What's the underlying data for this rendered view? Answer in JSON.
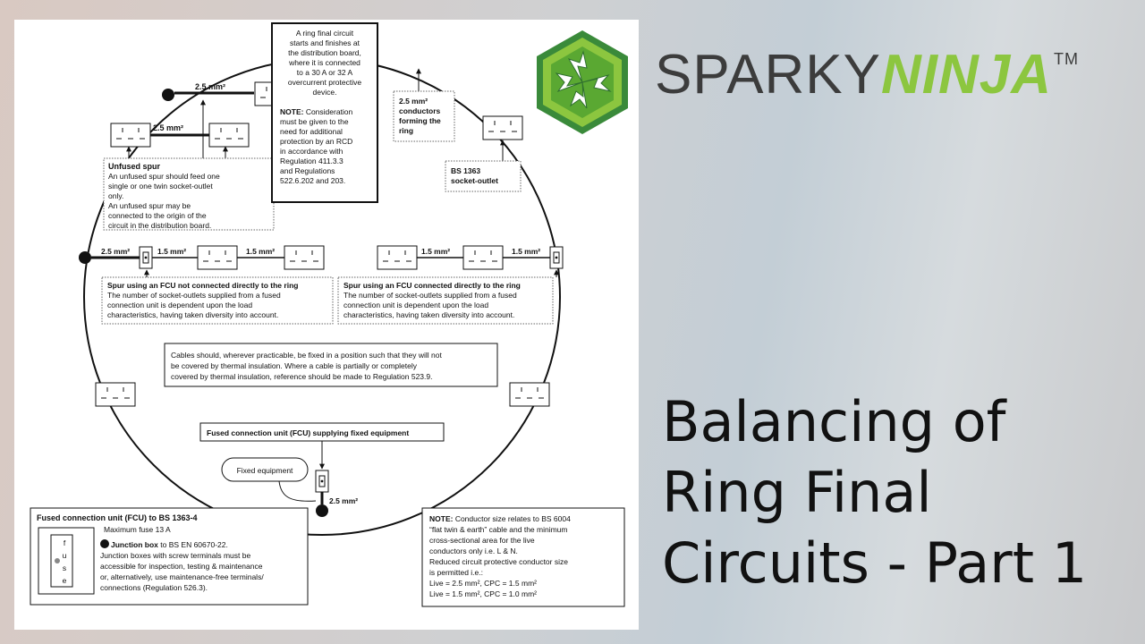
{
  "brand": {
    "name_part1": "SPARKY",
    "name_part2": "NINJA",
    "trademark": "TM",
    "colors": {
      "green": "#8cc63f",
      "dark_green": "#3a8a3a",
      "grey": "#3c3c3c"
    },
    "logo_icon": "arrows-hexagon-logo"
  },
  "video_title": {
    "line1": "Balancing of",
    "line2": "Ring Final",
    "line3": "Circuits - Part 1"
  },
  "diagram": {
    "top_box": {
      "line1": "A ring final circuit",
      "line2": "starts and finishes at",
      "line3": "the distribution board,",
      "line4": "where it is connected",
      "line5": "to a 30 A or 32 A",
      "line6": "overcurrent protective",
      "line7": "device.",
      "note_label": "NOTE:",
      "note_line1": " Consideration",
      "note_line2": "must be given to the",
      "note_line3": "need for additional",
      "note_line4": "protection by an RCD",
      "note_line5": "in accordance with",
      "note_line6": "Regulation 411.3.3",
      "note_line7": "and Regulations",
      "note_line8": "522.6.202 and 203."
    },
    "conductors_box": {
      "line1": "2.5 mm²",
      "line2": "conductors",
      "line3": "forming the",
      "line4": "ring"
    },
    "bs1363_box": {
      "line1": "BS 1363",
      "line2": "socket-outlet"
    },
    "cable_labels": {
      "top_spur": "2.5 mm²",
      "top_left_ring": "2.5 mm²",
      "left_ring": "2.5 mm²",
      "left_spur_1": "1.5 mm²",
      "left_spur_2": "1.5 mm²",
      "right_spur_1": "1.5 mm²",
      "right_spur_2": "1.5 mm²",
      "bottom": "2.5 mm²"
    },
    "unfused_spur": {
      "title": "Unfused spur",
      "line1": "An unfused spur should feed one",
      "line2": "single or one twin socket-outlet",
      "line3": "only.",
      "line4": "An unfused spur may be",
      "line5": "connected to the origin of the",
      "line6": "circuit in the distribution board."
    },
    "spur_left": {
      "title": "Spur using an FCU not connected directly to the ring",
      "line1": "The number of socket-outlets supplied from a fused",
      "line2": "connection unit is dependent upon the load",
      "line3": "characteristics, having taken diversity into account."
    },
    "spur_right": {
      "title": "Spur using an FCU connected directly to the ring",
      "line1": "The number of socket-outlets supplied from a fused",
      "line2": "connection unit is dependent upon the load",
      "line3": "characteristics, having taken diversity into account."
    },
    "cables_note": {
      "line1": "Cables should, wherever practicable, be fixed in a position such that they will not",
      "line2": "be covered by thermal insulation. Where a cable is partially or completely",
      "line3": "covered by thermal insulation, reference should be made to Regulation 523.9."
    },
    "fcu_label": "Fused connection unit (FCU) supplying fixed equipment",
    "fixed_equipment": "Fixed equipment",
    "legend": {
      "title": "Fused connection unit (FCU) to BS 1363-4",
      "max_fuse": "Maximum fuse 13 A",
      "fuse_letters": [
        "f",
        "u",
        "s",
        "e"
      ],
      "jb_title": "Junction box",
      "jb_line1_rest": " to BS EN 60670-22.",
      "jb_line2": "Junction boxes with screw terminals must be",
      "jb_line3": "accessible for inspection, testing & maintenance",
      "jb_line4": "or, alternatively, use maintenance-free terminals/",
      "jb_line5": "connections (Regulation 526.3)."
    },
    "conductor_note": {
      "label": "NOTE:",
      "line1_rest": " Conductor size relates to BS 6004",
      "line2": "“flat twin & earth” cable and the minimum",
      "line3": "cross-sectional area for the live",
      "line4": "conductors only i.e. L & N.",
      "line5": "Reduced circuit protective conductor size",
      "line6": "is permitted i.e.:",
      "line7": "Live = 2.5 mm², CPC = 1.5 mm²",
      "line8": "Live = 1.5 mm², CPC = 1.0 mm²"
    }
  }
}
